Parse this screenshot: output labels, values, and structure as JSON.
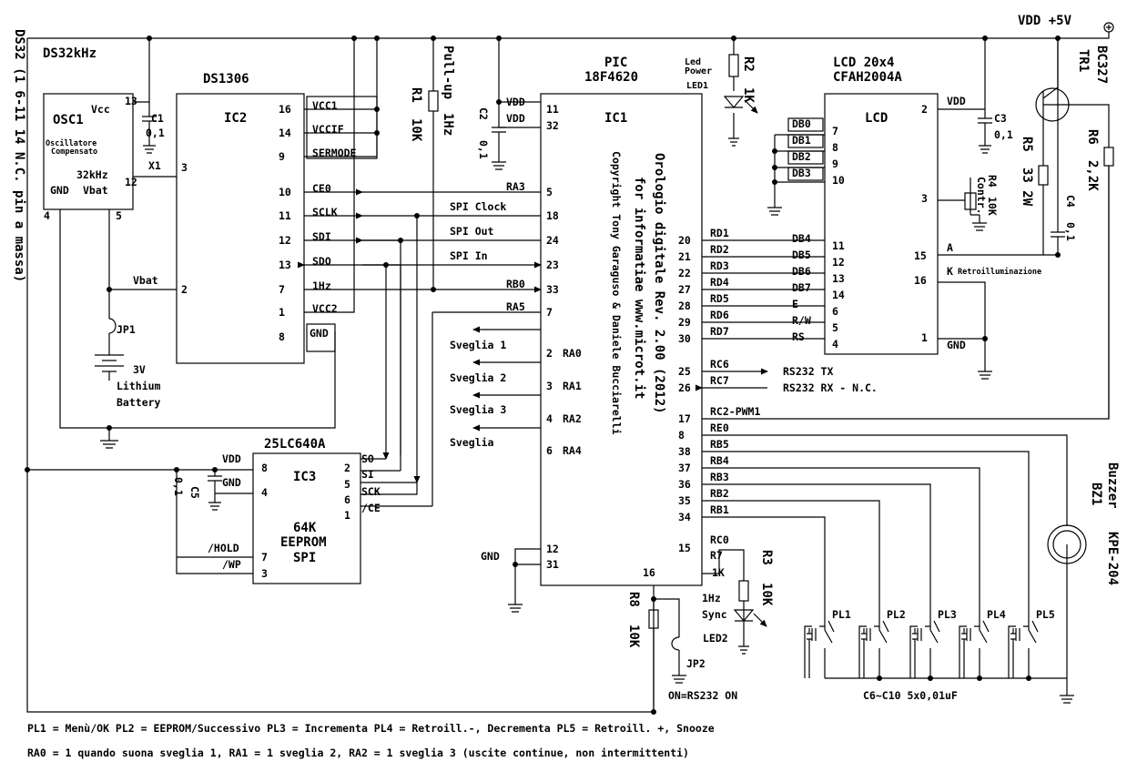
{
  "supply": {
    "vdd_label": "VDD +5V"
  },
  "osc": {
    "module": "DS32kHz",
    "name": "OSC1",
    "vcc": "Vcc",
    "desc1": "Oscillatore",
    "desc2": "Compensato",
    "out": "32kHz",
    "gnd": "GND",
    "vbat": "Vbat",
    "pin13": "13",
    "pin12": "12",
    "pin4": "4",
    "pin5": "5",
    "side_note": "DS32 (1 6-11 14 N.C. pin a massa)"
  },
  "c1": {
    "name": "C1",
    "value": "0,1"
  },
  "ic2": {
    "part": "DS1306",
    "name": "IC2",
    "x1": "X1",
    "x1_pin": "3",
    "vbat": "Vbat",
    "vbat_pin": "2",
    "pins_right": [
      {
        "num": "16",
        "label": "VCC1"
      },
      {
        "num": "14",
        "label": "VCCIF"
      },
      {
        "num": "9",
        "label": "SERMODE"
      },
      {
        "num": "10",
        "label": "CE0"
      },
      {
        "num": "11",
        "label": "SCLK"
      },
      {
        "num": "12",
        "label": "SDI"
      },
      {
        "num": "13",
        "label": "SDO"
      },
      {
        "num": "7",
        "label": "1Hz"
      },
      {
        "num": "1",
        "label": "VCC2"
      },
      {
        "num": "8",
        "label": "GND"
      }
    ]
  },
  "jp1": {
    "name": "JP1"
  },
  "battery": {
    "voltage": "3V",
    "l1": "Lithium",
    "l2": "Battery"
  },
  "r1": {
    "name": "R1",
    "value": "10K",
    "note1": "Pull-up",
    "note2": "1Hz"
  },
  "c2": {
    "name": "C2",
    "value": "0,1"
  },
  "spi_labels": {
    "clock": "SPI Clock",
    "out": "SPI Out",
    "in": "SPI In"
  },
  "ic1": {
    "pic": "PIC",
    "part": "18F4620",
    "name": "IC1",
    "text1": "Orologio digitale Rev. 2.00 (2012)",
    "text2": "for informatiae www.microt.it",
    "text3": "Copyright Tony Garaguso & Daniele Bucciarelli",
    "vdd": "VDD",
    "vdd_pin1": "11",
    "vdd_pin2": "32",
    "gnd": "GND",
    "gnd_pin1": "12",
    "gnd_pin2": "31",
    "pin16": "16",
    "left_pins": [
      {
        "num": "5",
        "label": "RA3"
      },
      {
        "num": "18",
        "label": ""
      },
      {
        "num": "24",
        "label": ""
      },
      {
        "num": "23",
        "label": ""
      },
      {
        "num": "33",
        "label": "RB0"
      },
      {
        "num": "7",
        "label": "RA5"
      },
      {
        "num": "2",
        "label": "RA0"
      },
      {
        "num": "3",
        "label": "RA1"
      },
      {
        "num": "4",
        "label": "RA2"
      },
      {
        "num": "6",
        "label": "RA4"
      }
    ],
    "right_pins": [
      {
        "num": "20",
        "label": "RD1"
      },
      {
        "num": "21",
        "label": "RD2"
      },
      {
        "num": "22",
        "label": "RD3"
      },
      {
        "num": "27",
        "label": "RD4"
      },
      {
        "num": "28",
        "label": "RD5"
      },
      {
        "num": "29",
        "label": "RD6"
      },
      {
        "num": "30",
        "label": "RD7"
      },
      {
        "num": "25",
        "label": "RC6"
      },
      {
        "num": "26",
        "label": "RC7"
      },
      {
        "num": "17",
        "label": "RC2-PWM1"
      },
      {
        "num": "8",
        "label": "RE0"
      },
      {
        "num": "38",
        "label": "RB5"
      },
      {
        "num": "37",
        "label": "RB4"
      },
      {
        "num": "36",
        "label": "RB3"
      },
      {
        "num": "35",
        "label": "RB2"
      },
      {
        "num": "34",
        "label": "RB1"
      },
      {
        "num": "15",
        "label": "RC0"
      }
    ]
  },
  "alarms": [
    "Sveglia 1",
    "Sveglia 2",
    "Sveglia 3",
    "Sveglia"
  ],
  "rs232": {
    "tx": "RS232 TX",
    "rx": "RS232 RX - N.C."
  },
  "led1": {
    "name": "LED1",
    "l1": "Led",
    "l2": "Power"
  },
  "r2": {
    "name": "R2",
    "value": "1K"
  },
  "lcd": {
    "module": "LCD 20x4",
    "part": "CFAH2004A",
    "name": "LCD",
    "vdd": "VDD",
    "gnd": "GND",
    "a": "A",
    "k": "K",
    "backlight": "Retroilluminazione",
    "left_pins": [
      {
        "num": "7",
        "label": "DB0"
      },
      {
        "num": "8",
        "label": "DB1"
      },
      {
        "num": "9",
        "label": "DB2"
      },
      {
        "num": "10",
        "label": "DB3"
      },
      {
        "num": "11",
        "label": "DB4"
      },
      {
        "num": "12",
        "label": "DB5"
      },
      {
        "num": "13",
        "label": "DB6"
      },
      {
        "num": "14",
        "label": "DB7"
      },
      {
        "num": "6",
        "label": "E"
      },
      {
        "num": "5",
        "label": "R/W"
      },
      {
        "num": "4",
        "label": "RS"
      }
    ],
    "pin2": "2",
    "pin3": "3",
    "pin15": "15",
    "pin16": "16",
    "pin1": "1"
  },
  "c3": {
    "name": "C3",
    "value": "0,1"
  },
  "r4": {
    "name": "R4",
    "value": "10K",
    "note": "Contr."
  },
  "r5": {
    "name": "R5",
    "value": "33 2W"
  },
  "c4": {
    "name": "C4",
    "value": "0,1"
  },
  "tr1": {
    "name": "TR1",
    "part": "BC327"
  },
  "r6": {
    "name": "R6",
    "value": "2,2K"
  },
  "ic3": {
    "part": "25LC640A",
    "name": "IC3",
    "l1": "64K",
    "l2": "EEPROM",
    "l3": "SPI",
    "vdd": "VDD",
    "gnd": "GND",
    "hold": "/HOLD",
    "wp": "/WP",
    "p8": "8",
    "p4": "4",
    "p7": "7",
    "p3": "3",
    "p2": "2",
    "p5": "5",
    "p6": "6",
    "p1": "1",
    "so": "SO",
    "si": "SI",
    "sck": "SCK",
    "ce": "/CE"
  },
  "c5": {
    "name": "C5",
    "value": "0,1"
  },
  "r7": {
    "name": "R7",
    "value": "1K"
  },
  "r3": {
    "name": "R3",
    "value": "10K"
  },
  "led2": {
    "name": "LED2",
    "l1": "1Hz",
    "l2": "Sync"
  },
  "r8": {
    "name": "R8",
    "value": "10K"
  },
  "jp2": {
    "name": "JP2",
    "note": "ON=RS232 ON"
  },
  "buttons": [
    "PL1",
    "PL2",
    "PL3",
    "PL4",
    "PL5"
  ],
  "caps_note": "C6~C10 5x0,01uF",
  "buzzer": {
    "name": "BZ1",
    "l1": "Buzzer",
    "l2": "KPE-204"
  },
  "legend": {
    "line1": "PL1 = Menù/OK  PL2 = EEPROM/Successivo  PL3 = Incrementa  PL4 = Retroill.-, Decrementa  PL5 = Retroill. +, Snooze",
    "line2": "RA0 = 1 quando suona sveglia 1, RA1 = 1 sveglia 2, RA2 = 1 sveglia 3 (uscite continue, non intermittenti)"
  }
}
